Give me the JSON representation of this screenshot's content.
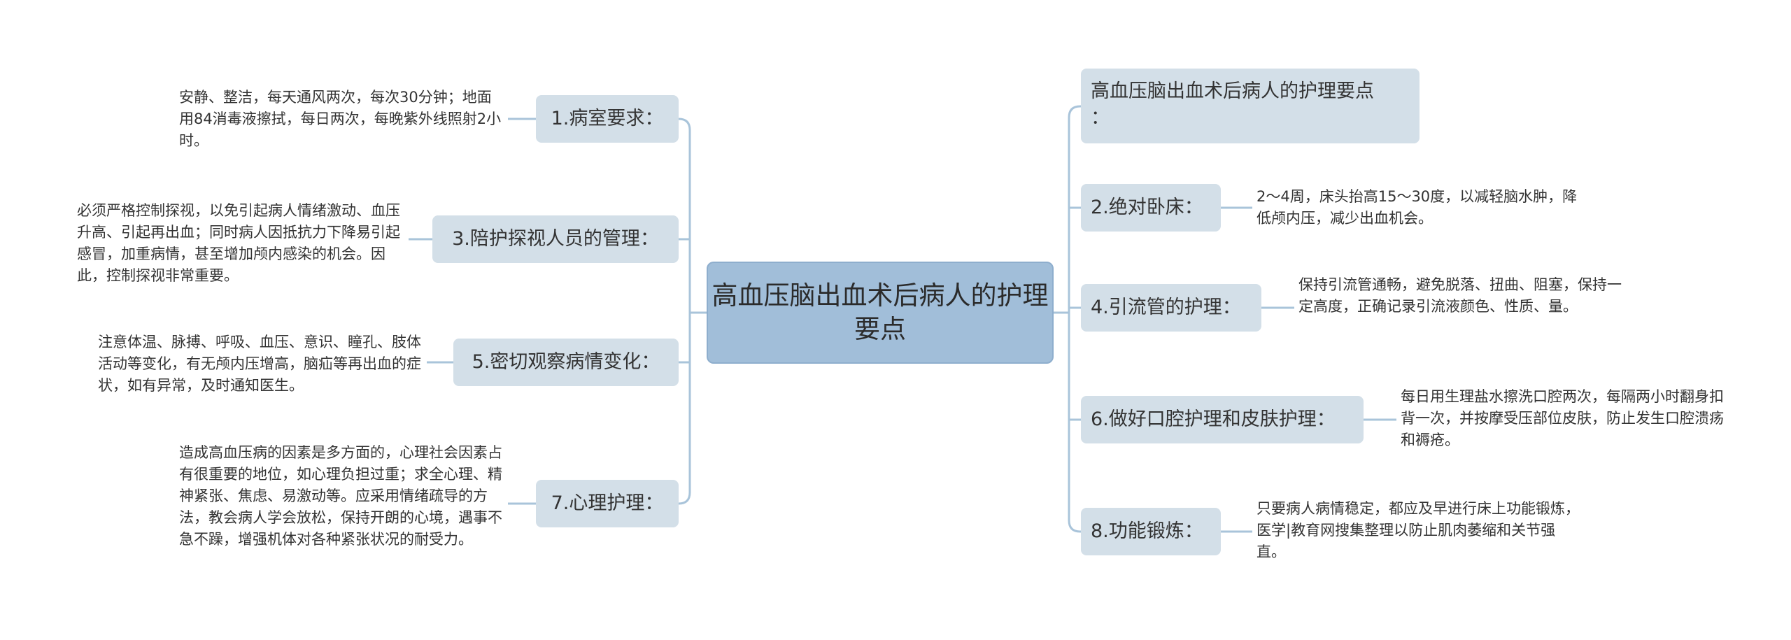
{
  "root": {
    "label": "高血压脑出血术后病人的护理要点"
  },
  "left_branches": [
    {
      "label": "1.病室要求：",
      "detail": "安静、整洁，每天通风两次，每次30分钟；地面用84消毒液擦拭，每日两次，每晚紫外线照射2小时。"
    },
    {
      "label": "3.陪护探视人员的管理：",
      "detail": "必须严格控制探视，以免引起病人情绪激动、血压升高、引起再出血；同时病人因抵抗力下降易引起感冒，加重病情，甚至增加颅内感染的机会。因此，控制探视非常重要。"
    },
    {
      "label": "5.密切观察病情变化：",
      "detail": "注意体温、脉搏、呼吸、血压、意识、瞳孔、肢体活动等变化，有无颅内压增高，脑疝等再出血的症状，如有异常，及时通知医生。"
    },
    {
      "label": "7.心理护理：",
      "detail": "造成高血压病的因素是多方面的，心理社会因素占有很重要的地位，如心理负担过重；求全心理、精神紧张、焦虑、易激动等。应采用情绪疏导的方法，教会病人学会放松，保持开朗的心境，遇事不急不躁，增强机体对各种紧张状况的耐受力。"
    }
  ],
  "right_branches": [
    {
      "label": "高血压脑出血术后病人的护理要点\n：",
      "detail": ""
    },
    {
      "label": "2.绝对卧床：",
      "detail": "2～4周，床头抬高15～30度，以减轻脑水肿，降低颅内压，减少出血机会。"
    },
    {
      "label": "4.引流管的护理：",
      "detail": "保持引流管通畅，避免脱落、扭曲、阻塞，保持一定高度，正确记录引流液颜色、性质、量。"
    },
    {
      "label": "6.做好口腔护理和皮肤护理：",
      "detail": "每日用生理盐水擦洗口腔两次，每隔两小时翻身扣背一次，并按摩受压部位皮肤，防止发生口腔溃疡和褥疮。"
    },
    {
      "label": "8.功能锻炼：",
      "detail": "只要病人病情稳定，都应及早进行床上功能锻炼，医学|教育网搜集整理以防止肌肉萎缩和关节强直。"
    }
  ],
  "colors": {
    "root_fill": "#a1bed9",
    "branch_fill": "#d3dfe8",
    "connector": "#a9c4da",
    "text": "#333333"
  }
}
